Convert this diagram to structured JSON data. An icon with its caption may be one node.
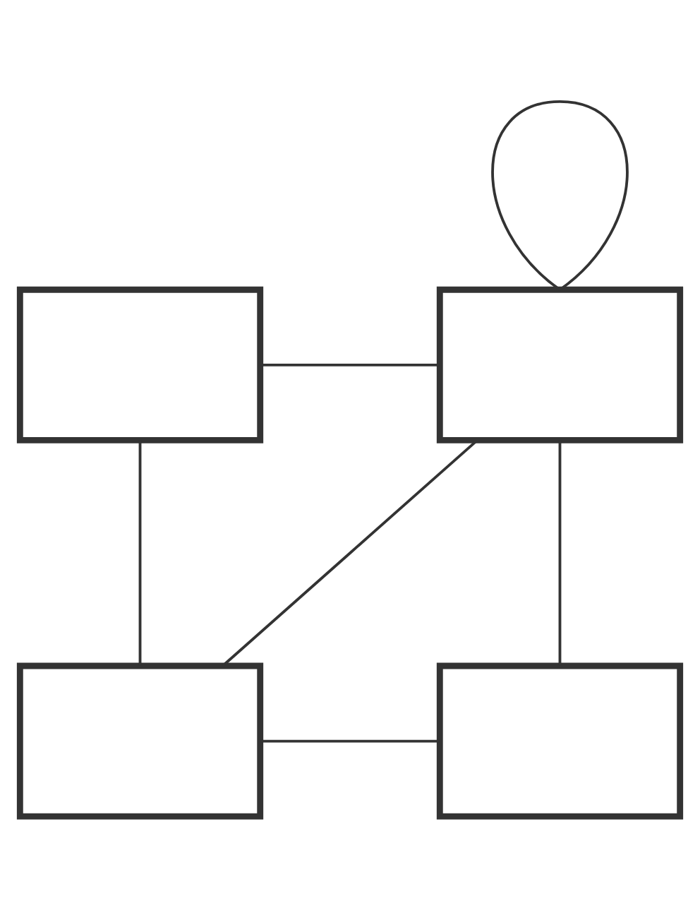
{
  "diagram": {
    "nodes": [
      {
        "text": [],
        "shape": "box"
      },
      {
        "text": [],
        "shape": "box"
      },
      {
        "text": [],
        "shape": "box"
      },
      {
        "text": [],
        "shape": "box"
      }
    ],
    "edges": [
      {
        "from": 1,
        "to": 1,
        "arrow": "none"
      },
      {
        "from": 0,
        "to": 1,
        "arrow": "none"
      },
      {
        "from": 0,
        "to": 2,
        "arrow": "none"
      },
      {
        "from": 1,
        "to": 2,
        "arrow": "none"
      },
      {
        "from": 1,
        "to": 3,
        "arrow": "none"
      },
      {
        "from": 2,
        "to": 3,
        "arrow": "none"
      }
    ]
  }
}
